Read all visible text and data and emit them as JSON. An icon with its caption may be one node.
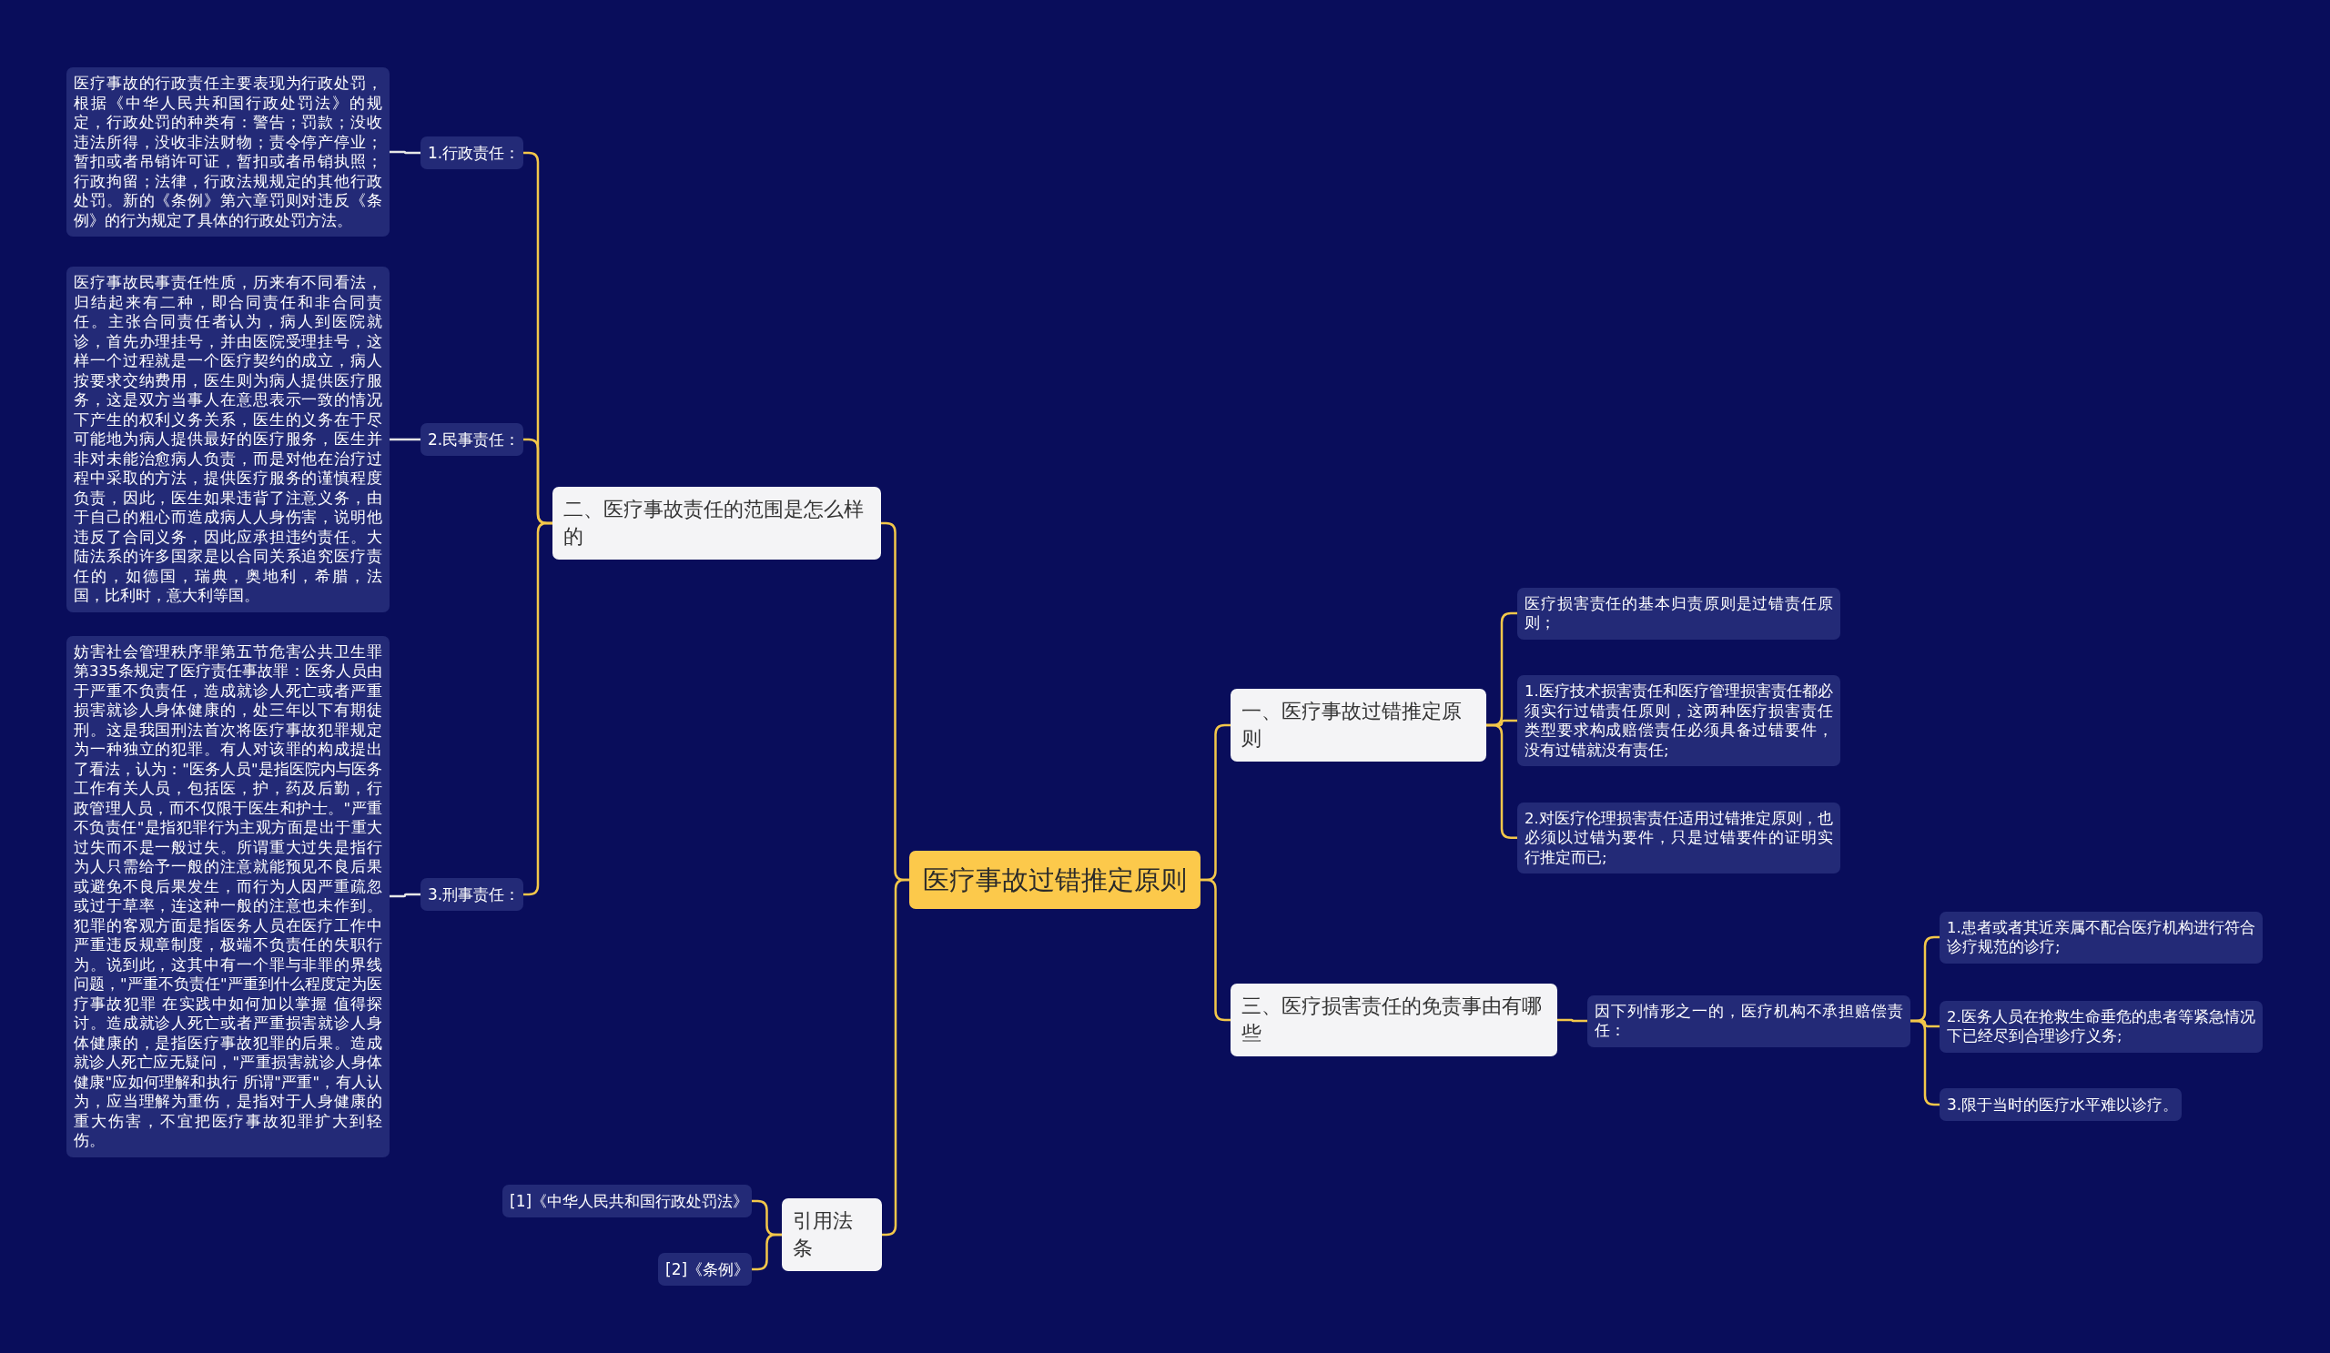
{
  "diagram": {
    "nodes": [
      {
        "text": [
          "医疗事故过错推定原则"
        ]
      },
      {
        "text": [
          "二、医疗事故责任的范围是怎么样的"
        ]
      },
      {
        "text": [
          "1.行政责任："
        ]
      },
      {
        "text": [
          "医疗事故的行政责任主要表现为行政处罚，根据《中华人民共和国行政处罚法》的规定，行政处罚的种类有：警告；罚款；没收违法所得，没收非法财物；责令停产停业；暂扣或者吊销许可证，暂扣或者吊销执照；行政拘留；法律，行政法规规定的其他行政处罚。新的《条例》第六章罚则对违反《条例》的行为规定了具体的行政处罚方法。"
        ]
      },
      {
        "text": [
          "2.民事责任："
        ]
      },
      {
        "text": [
          "医疗事故民事责任性质，历来有不同看法，归结起来有二种，即合同责任和非合同责任。主张合同责任者认为，病人到医院就诊，首先办理挂号，并由医院受理挂号，这样一个过程就是一个医疗契约的成立，病人按要求交纳费用，医生则为病人提供医疗服务，这是双方当事人在意思表示一致的情况下产生的权利义务关系，医生的义务在于尽可能地为病人提供最好的医疗服务，医生并非对未能治愈病人负责，而是对他在治疗过程中采取的方法，提供医疗服务的谨慎程度负责，因此，医生如果违背了注意义务，由于自己的粗心而造成病人人身伤害，说明他违反了合同义务，因此应承担违约责任。大陆法系的许多国家是以合同关系追究医疗责任的，如德国，瑞典，奥地利，希腊，法国，比利时，意大利等国。"
        ]
      },
      {
        "text": [
          "3.刑事责任："
        ]
      },
      {
        "text": [
          "妨害社会管理秩序罪第五节危害公共卫生罪第335条规定了医疗责任事故罪：医务人员由于严重不负责任，造成就诊人死亡或者严重损害就诊人身体健康的，处三年以下有期徒刑。这是我国刑法首次将医疗事故犯罪规定为一种独立的犯罪。有人对该罪的构成提出了看法，认为：\"医务人员\"是指医院内与医务工作有关人员，包括医，护，药及后勤，行政管理人员，而不仅限于医生和护士。\"严重不负责任\"是指犯罪行为主观方面是出于重大过失而不是一般过失。所谓重大过失是指行为人只需给予一般的注意就能预见不良后果或避免不良后果发生，而行为人因严重疏忽或过于草率，连这种一般的注意也未作到。犯罪的客观方面是指医务人员在医疗工作中严重违反规章制度，极端不负责任的失职行为。说到此，这其中有一个罪与非罪的界线问题，\"严重不负责任\"严重到什么程度定为医疗事故犯罪 在实践中如何加以掌握 值得探讨。造成就诊人死亡或者严重损害就诊人身体健康的，是指医疗事故犯罪的后果。造成就诊人死亡应无疑问，\"严重损害就诊人身体健康\"应如何理解和执行 所谓\"严重\"，有人认为，应当理解为重伤，是指对于人身健康的重大伤害，不宜把医疗事故犯罪扩大到轻伤。"
        ]
      },
      {
        "text": [
          "一、医疗事故过错推定原则"
        ]
      },
      {
        "text": [
          "医疗损害责任的基本归责原则是过错责任原则；"
        ]
      },
      {
        "text": [
          "1.医疗技术损害责任和医疗管理损害责任都必须实行过错责任原则，这两种医疗损害责任类型要求构成赔偿责任必须具备过错要件，没有过错就没有责任;"
        ]
      },
      {
        "text": [
          "2.对医疗伦理损害责任适用过错推定原则，也必须以过错为要件，只是过错要件的证明实行推定而已;"
        ]
      },
      {
        "text": [
          "三、医疗损害责任的免责事由有哪些"
        ]
      },
      {
        "text": [
          "因下列情形之一的，医疗机构不承担赔偿责任："
        ]
      },
      {
        "text": [
          "1.患者或者其近亲属不配合医疗机构进行符合诊疗规范的诊疗;"
        ]
      },
      {
        "text": [
          "2.医务人员在抢救生命垂危的患者等紧急情况下已经尽到合理诊疗义务;"
        ]
      },
      {
        "text": [
          "3.限于当时的医疗水平难以诊疗。"
        ]
      },
      {
        "text": [
          "引用法条"
        ]
      },
      {
        "text": [
          "[1]《中华人民共和国行政处罚法》"
        ]
      },
      {
        "text": [
          "[2]《条例》"
        ]
      }
    ],
    "edges": [
      {
        "from": 0,
        "to": 1,
        "arrow": "none"
      },
      {
        "from": 1,
        "to": 2,
        "arrow": "none"
      },
      {
        "from": 2,
        "to": 3,
        "arrow": "none",
        "color": "#e6e6e6"
      },
      {
        "from": 1,
        "to": 4,
        "arrow": "none"
      },
      {
        "from": 4,
        "to": 5,
        "arrow": "none",
        "color": "#e6e6e6"
      },
      {
        "from": 1,
        "to": 6,
        "arrow": "none"
      },
      {
        "from": 6,
        "to": 7,
        "arrow": "none",
        "color": "#e6e6e6"
      },
      {
        "from": 0,
        "to": 8,
        "arrow": "none"
      },
      {
        "from": 8,
        "to": 9,
        "arrow": "none"
      },
      {
        "from": 8,
        "to": 10,
        "arrow": "none"
      },
      {
        "from": 8,
        "to": 11,
        "arrow": "none"
      },
      {
        "from": 0,
        "to": 12,
        "arrow": "none"
      },
      {
        "from": 12,
        "to": 13,
        "arrow": "none"
      },
      {
        "from": 13,
        "to": 14,
        "arrow": "none"
      },
      {
        "from": 13,
        "to": 15,
        "arrow": "none"
      },
      {
        "from": 13,
        "to": 16,
        "arrow": "none"
      },
      {
        "from": 0,
        "to": 17,
        "arrow": "none"
      },
      {
        "from": 17,
        "to": 18,
        "arrow": "none"
      },
      {
        "from": 17,
        "to": 19,
        "arrow": "none"
      }
    ]
  }
}
